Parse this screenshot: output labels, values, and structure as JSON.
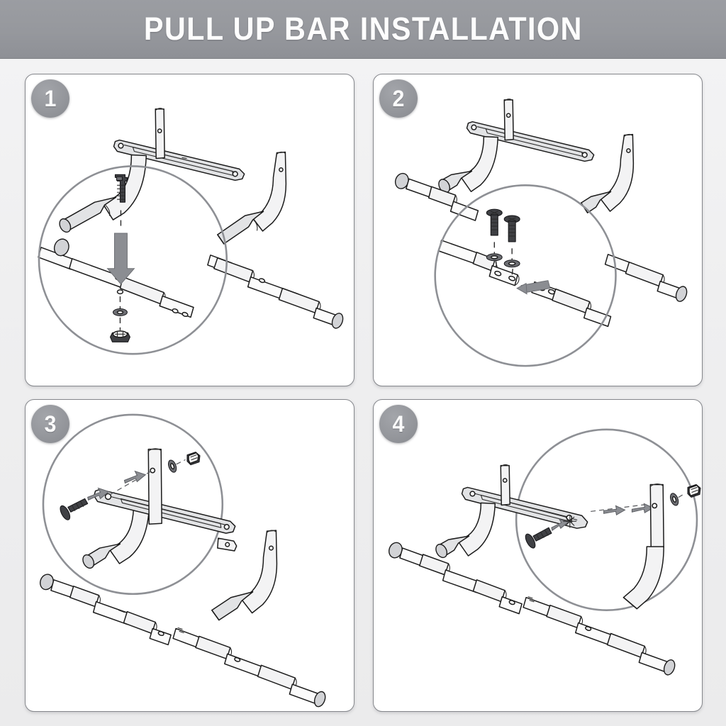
{
  "document": {
    "title": "PULL UP BAR INSTALLATION",
    "type": "assembly-instruction-sheet",
    "background_color": "#f2f2f2",
    "header_color": "#96989d",
    "accent_color": "#8b8d92"
  },
  "steps": [
    {
      "number": "1",
      "name": "step-1",
      "summary": "Insert bolt down through curved arm into main bar, secure with washer and nut",
      "callout": "magnifier-left-center",
      "parts": [
        "bolt",
        "washer",
        "nut",
        "curved-arm",
        "main-bar",
        "wall-bracket",
        "end-cap"
      ],
      "arrows": [
        "down-insert-arrow"
      ]
    },
    {
      "number": "2",
      "name": "step-2",
      "summary": "Slide the two bar tubes together and fit two bolts with washers into the joint holes",
      "callout": "magnifier-center",
      "parts": [
        "bolt",
        "bolt",
        "washer",
        "washer",
        "bar-tube",
        "bar-tube",
        "curved-arm",
        "wall-bracket",
        "end-cap"
      ],
      "arrows": [
        "left-insert-arrow"
      ]
    },
    {
      "number": "3",
      "name": "step-3",
      "summary": "Attach the left vertical post to the wall bracket with bolt, washer and nut",
      "callout": "magnifier-upper-left",
      "parts": [
        "bolt",
        "washer",
        "nut",
        "wall-bracket",
        "vertical-post",
        "curved-arm",
        "main-bar",
        "end-cap"
      ],
      "arrows": [
        "right-insert-arrow",
        "right-insert-arrow"
      ]
    },
    {
      "number": "4",
      "name": "step-4",
      "summary": "Attach the right vertical post to the wall bracket with bolt, washer and nut",
      "callout": "magnifier-upper-right",
      "parts": [
        "bolt",
        "washer",
        "nut",
        "wall-bracket",
        "vertical-post",
        "curved-arm",
        "main-bar",
        "end-cap"
      ],
      "arrows": [
        "right-insert-arrow",
        "right-insert-arrow"
      ]
    }
  ]
}
